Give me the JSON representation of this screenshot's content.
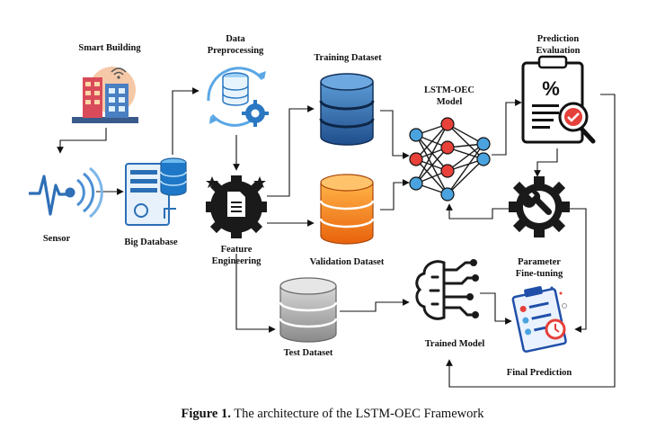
{
  "nodes": {
    "smart_building": "Smart Building",
    "data_preprocessing_1": "Data",
    "data_preprocessing_2": "Preprocessing",
    "training_dataset": "Training Dataset",
    "lstm_oec_1": "LSTM-OEC",
    "lstm_oec_2": "Model",
    "prediction_eval_1": "Prediction",
    "prediction_eval_2": "Evaluation",
    "sensor": "Sensor",
    "big_database": "Big Database",
    "feature_eng_1": "Feature",
    "feature_eng_2": "Engineering",
    "validation_dataset": "Validation Dataset",
    "param_tuning_1": "Parameter",
    "param_tuning_2": "Fine-tuning",
    "test_dataset": "Test Dataset",
    "trained_model": "Trained Model",
    "final_prediction": "Final Prediction"
  },
  "icons": {
    "percent_symbol": "%"
  },
  "caption": {
    "label": "Figure 1.",
    "text": " The architecture of the LSTM-OEC Framework"
  }
}
